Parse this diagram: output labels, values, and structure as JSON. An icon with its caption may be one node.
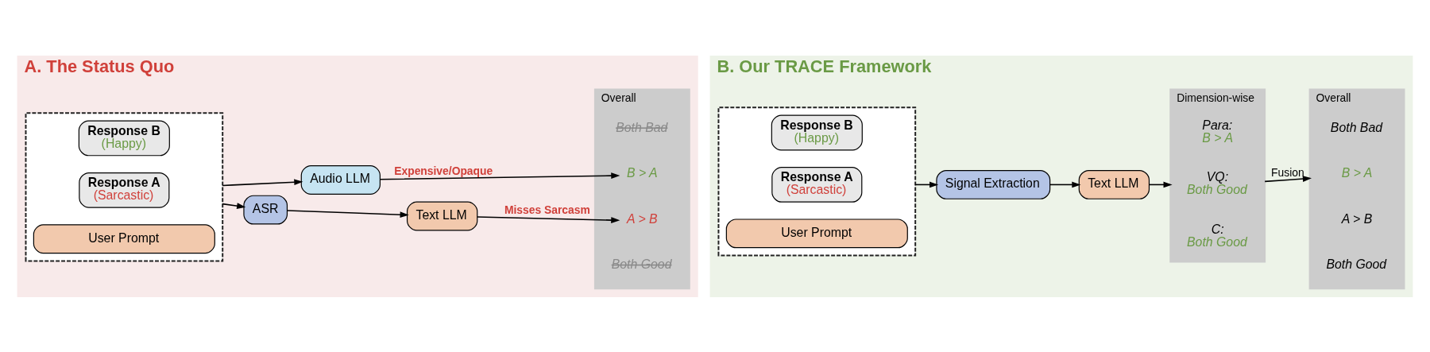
{
  "diagram": {
    "nodes": [
      {
        "text": [
          "A. The Status Quo"
        ]
      },
      {
        "text": [],
        "shape": "box",
        "in": 0
      },
      {
        "text": [
          "User Prompt"
        ],
        "in": 1
      },
      {
        "text": [
          "Response A",
          "(Sarcastic)"
        ],
        "in": 1
      },
      {
        "text": [
          "Response B",
          "(Happy)"
        ],
        "in": 1
      },
      {
        "text": [
          "ASR"
        ],
        "in": 0
      },
      {
        "text": [
          "Text LLM"
        ],
        "in": 0
      },
      {
        "text": [
          "Audio LLM"
        ],
        "in": 0
      },
      {
        "text": [
          "Overall"
        ],
        "in": 0
      },
      {
        "text": [
          "Both Good"
        ],
        "in": 8
      },
      {
        "text": [
          "A > B"
        ],
        "in": 8
      },
      {
        "text": [
          "B > A"
        ],
        "in": 8
      },
      {
        "text": [
          "Both Bad"
        ],
        "in": 8
      },
      {
        "text": [
          "B. Our TRACE Framework"
        ]
      },
      {
        "text": [],
        "shape": "box",
        "in": 13
      },
      {
        "text": [
          "User Prompt"
        ],
        "in": 14
      },
      {
        "text": [
          "Response A",
          "(Sarcastic)"
        ],
        "in": 14
      },
      {
        "text": [
          "Response B",
          "(Happy)"
        ],
        "in": 14
      },
      {
        "text": [
          "Signal Extraction"
        ],
        "in": 13
      },
      {
        "text": [
          "Text LLM"
        ],
        "in": 13
      },
      {
        "text": [
          "Dimension-wise"
        ],
        "in": 13
      },
      {
        "text": [
          "C:",
          "Both Good"
        ],
        "in": 20
      },
      {
        "text": [
          "VQ:",
          "Both Good"
        ],
        "in": 20
      },
      {
        "text": [
          "Para:",
          "B > A"
        ],
        "in": 20
      },
      {
        "text": [
          "Overall"
        ],
        "in": 13
      },
      {
        "text": [
          "Both Good"
        ],
        "in": 24
      },
      {
        "text": [
          "A > B"
        ],
        "in": 24
      },
      {
        "text": [
          "B > A"
        ],
        "in": 24
      },
      {
        "text": [
          "Both Bad"
        ],
        "in": 24
      }
    ],
    "edges": [
      {
        "from": 1,
        "to": 5,
        "arrow": "to"
      },
      {
        "from": 1,
        "to": 7,
        "arrow": "to"
      },
      {
        "from": 5,
        "to": 6,
        "arrow": "to"
      },
      {
        "from": 6,
        "to": 10,
        "arrow": "to",
        "label": "Misses Sarcasm"
      },
      {
        "from": 7,
        "to": 11,
        "arrow": "to",
        "label": "Expensive/Opaque"
      },
      {
        "from": 14,
        "to": 18,
        "arrow": "to"
      },
      {
        "from": 18,
        "to": 19,
        "arrow": "to"
      },
      {
        "from": 19,
        "to": 20,
        "arrow": "to"
      },
      {
        "from": 20,
        "to": 24,
        "arrow": "to",
        "label": "Fusion"
      }
    ]
  }
}
